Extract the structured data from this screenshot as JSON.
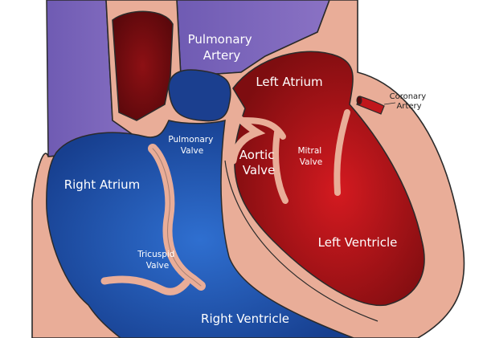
{
  "labels": {
    "pulmonary_artery": [
      "Pulmonary",
      "Artery"
    ],
    "left_atrium": "Left Atrium",
    "coronary_artery": [
      "Coronary",
      "Artery"
    ],
    "pulmonary_valve": [
      "Pulmonary",
      "Valve"
    ],
    "aortic_valve": [
      "Aortic",
      "Valve"
    ],
    "mitral_valve": [
      "Mitral",
      "Valve"
    ],
    "right_atrium": "Right Atrium",
    "tricuspid_valve": [
      "Tricuspid",
      "Valve"
    ],
    "left_ventricle": "Left Ventricle",
    "right_ventricle": "Right Ventricle"
  },
  "colors": {
    "tissue": "#e9ad98",
    "tissue_outline": "#2a2a2a",
    "vein_purple": "#7f66bb",
    "deoxygenated_blue": "#1d4fa8",
    "oxygenated_red": "#b0141c",
    "dark_red": "#6d0b0e"
  }
}
